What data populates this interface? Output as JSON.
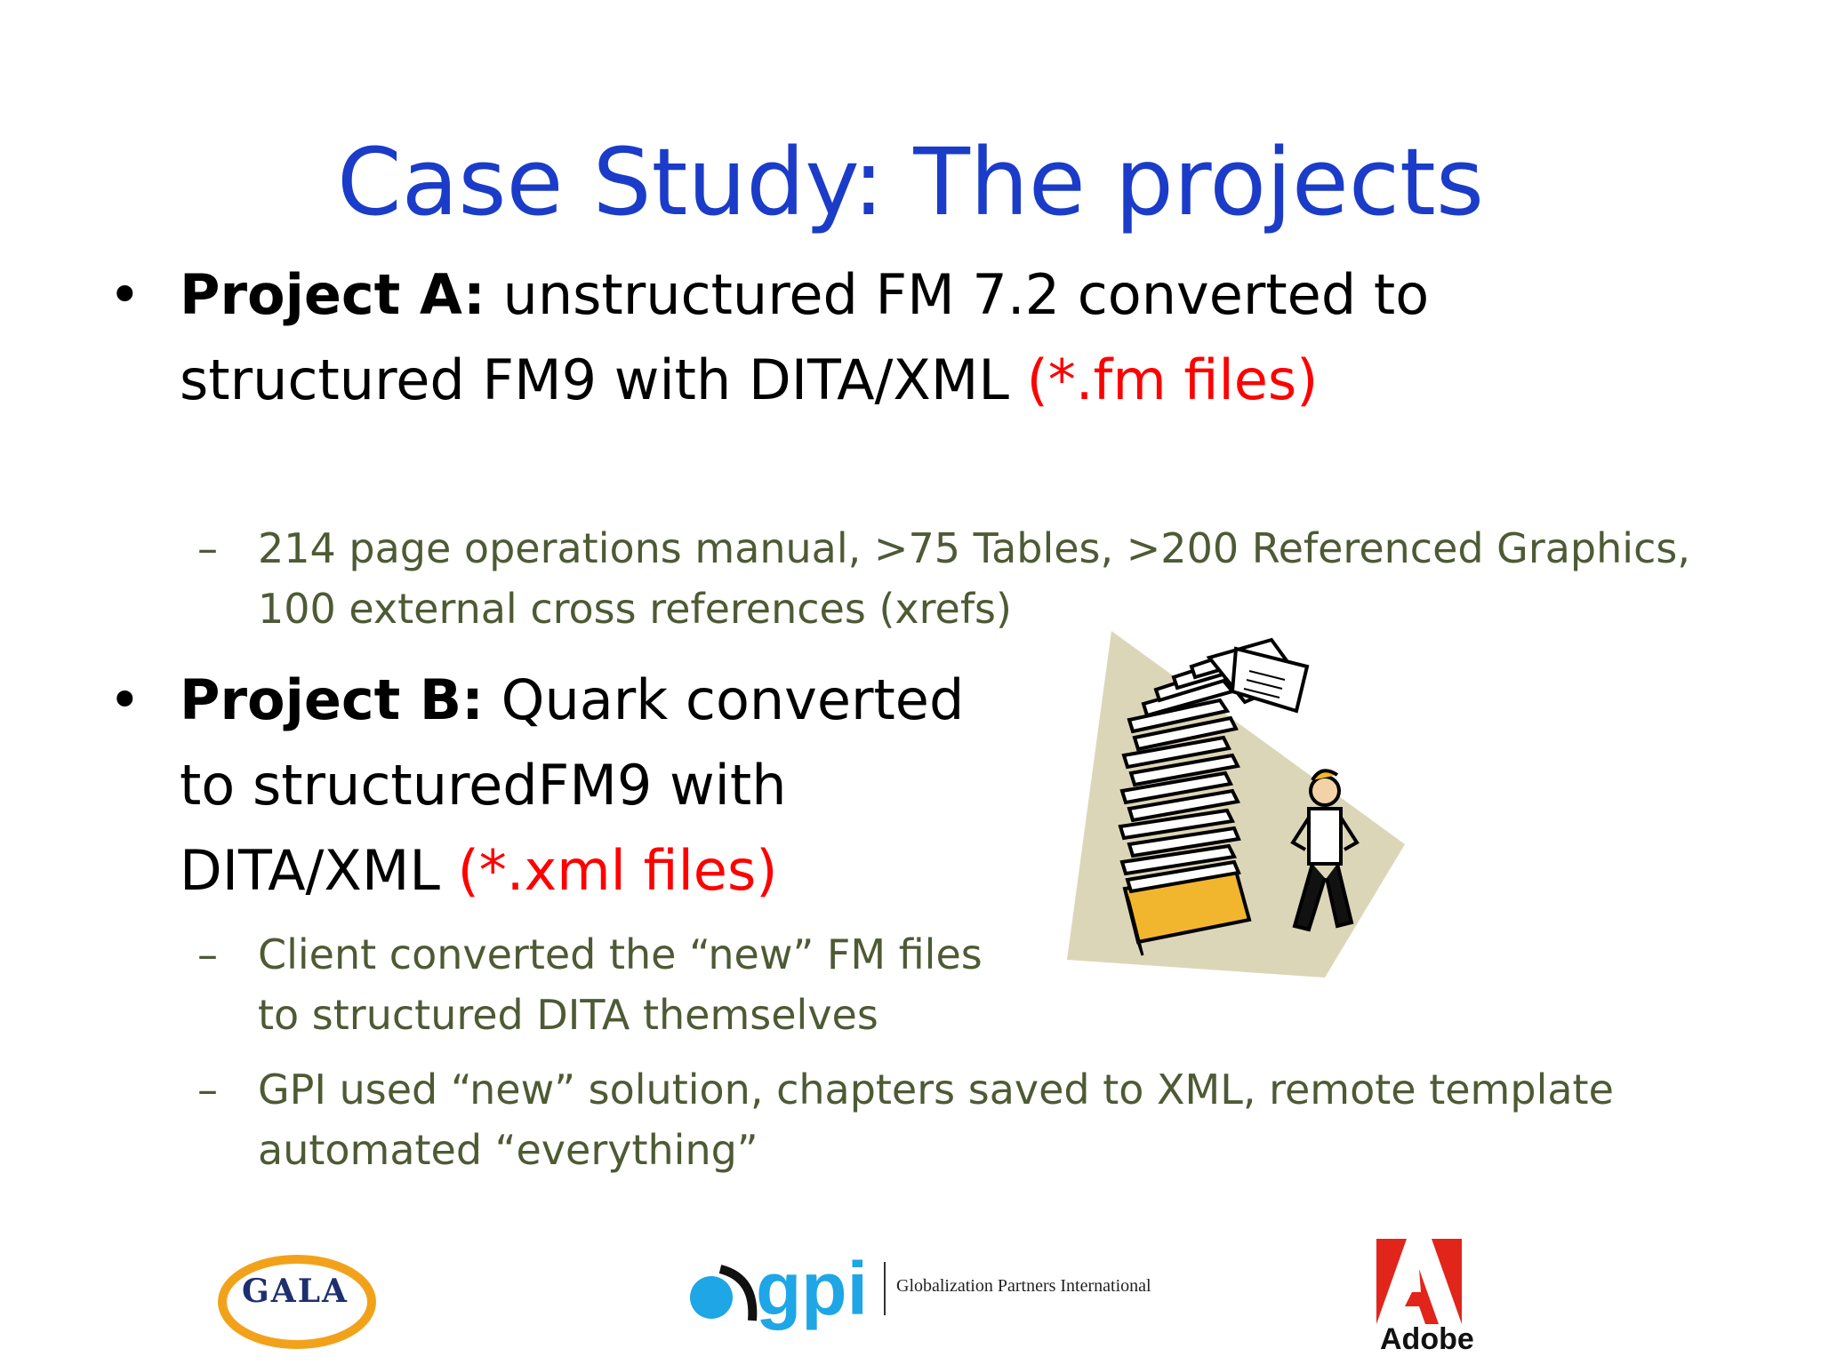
{
  "slide": {
    "title": "Case Study: The projects",
    "bullets": [
      {
        "label": "Project A:",
        "line1_rest": " unstructured FM 7.2 converted to",
        "line2": "structured FM9 with DITA/XML ",
        "highlight": "(*.fm files)",
        "subs": [
          {
            "line1": "214 page operations manual, >75 Tables, >200 Referenced Graphics,",
            "line2": "100 external cross references (xrefs)"
          }
        ]
      },
      {
        "label": "Project B:",
        "line1_rest": " Quark converted",
        "line2": "to structuredFM9 with",
        "line3": "DITA/XML ",
        "highlight": "(*.xml files)",
        "subs": [
          {
            "line1": "Client converted the “new” FM files",
            "line2": "to structured DITA themselves"
          },
          {
            "line1": "GPI used “new” solution, chapters saved to XML, remote template",
            "line2": "automated “everything”"
          }
        ]
      }
    ],
    "bullet_symbol": "•",
    "dash_symbol": "–"
  },
  "illustration": {
    "icon": "paper-stack-person-icon"
  },
  "footer": {
    "gala": {
      "text": "GALA",
      "icon": "gala-logo"
    },
    "gpi": {
      "text": "gpi",
      "tagline": "Globalization Partners International",
      "icon": "gpi-logo"
    },
    "adobe": {
      "text": "Adobe",
      "icon": "adobe-logo"
    }
  },
  "colors": {
    "title": "#1a3cc8",
    "highlight": "#ff0000",
    "sub_text": "#4d5a34"
  }
}
